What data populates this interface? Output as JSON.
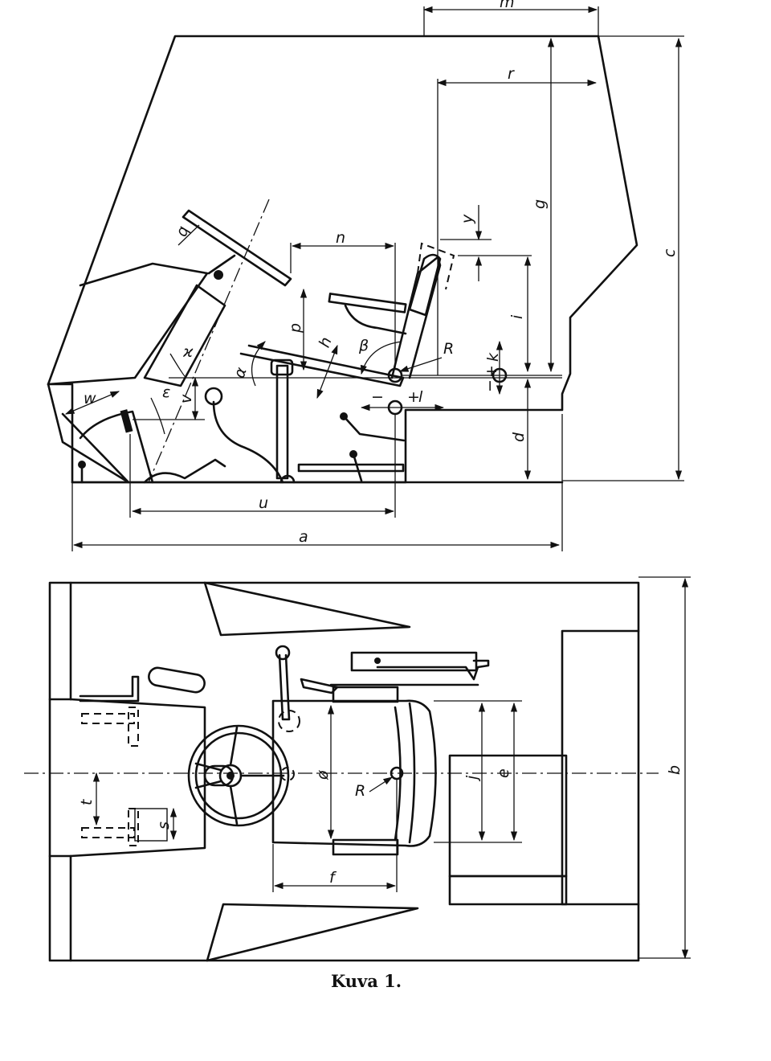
{
  "side_view": {
    "labels": {
      "m": "m",
      "r": "r",
      "g": "g",
      "c": "c",
      "y": "y",
      "n": "n",
      "p": "p",
      "i": "i",
      "h": "h",
      "beta": "β",
      "R": "R",
      "k": "k",
      "k_sign_plus": "+",
      "k_sign_minus": "−",
      "l": "l",
      "l_sign_plus": "+",
      "l_sign_minus": "−",
      "d": "d",
      "q": "q",
      "kappa": "ϰ",
      "alpha": "α",
      "epsilon": "ε",
      "v": "v",
      "w": "w",
      "u": "u",
      "a": "a"
    }
  },
  "top_view": {
    "labels": {
      "b": "b",
      "e": "e",
      "j": "j",
      "o": "ø",
      "R": "R",
      "f": "f",
      "t": "t",
      "s": "s"
    }
  },
  "caption": "Kuva 1."
}
